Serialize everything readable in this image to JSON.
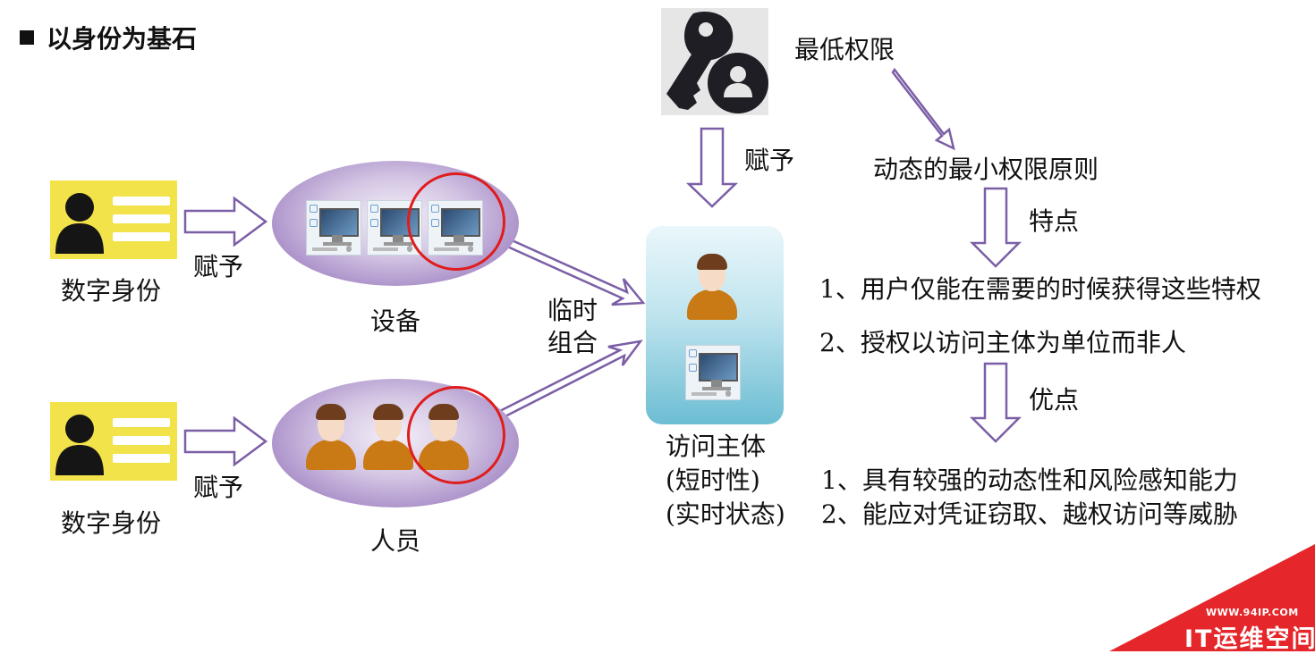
{
  "title": "以身份为基石",
  "identity_top": {
    "label": "数字身份",
    "grant": "赋予"
  },
  "identity_bottom": {
    "label": "数字身份",
    "grant": "赋予"
  },
  "devices_group": {
    "label": "设备"
  },
  "people_group": {
    "label": "人员"
  },
  "combine": {
    "line1": "临时",
    "line2": "组合"
  },
  "subject": {
    "label": "访问主体",
    "line2": "(短时性)",
    "line3": "(实时状态)"
  },
  "least_privilege": {
    "label": "最低权限",
    "grant": "赋予"
  },
  "principle": "动态的最小权限原则",
  "features": {
    "label": "特点",
    "items": [
      "1、用户仅能在需要的时候获得这些特权",
      "2、授权以访问主体为单位而非人"
    ]
  },
  "advantages": {
    "label": "优点",
    "items": [
      "1、具有较强的动态性和风险感知能力",
      "2、能应对凭证窃取、越权访问等威胁"
    ]
  },
  "watermark": {
    "url": "WWW.94IP.COM",
    "name": "IT运维空间"
  },
  "colors": {
    "arrow_stroke": "#7b5fa6",
    "highlight_ring": "#e01c1c",
    "id_card": "#f2e34a",
    "watermark": "#e5262a"
  }
}
